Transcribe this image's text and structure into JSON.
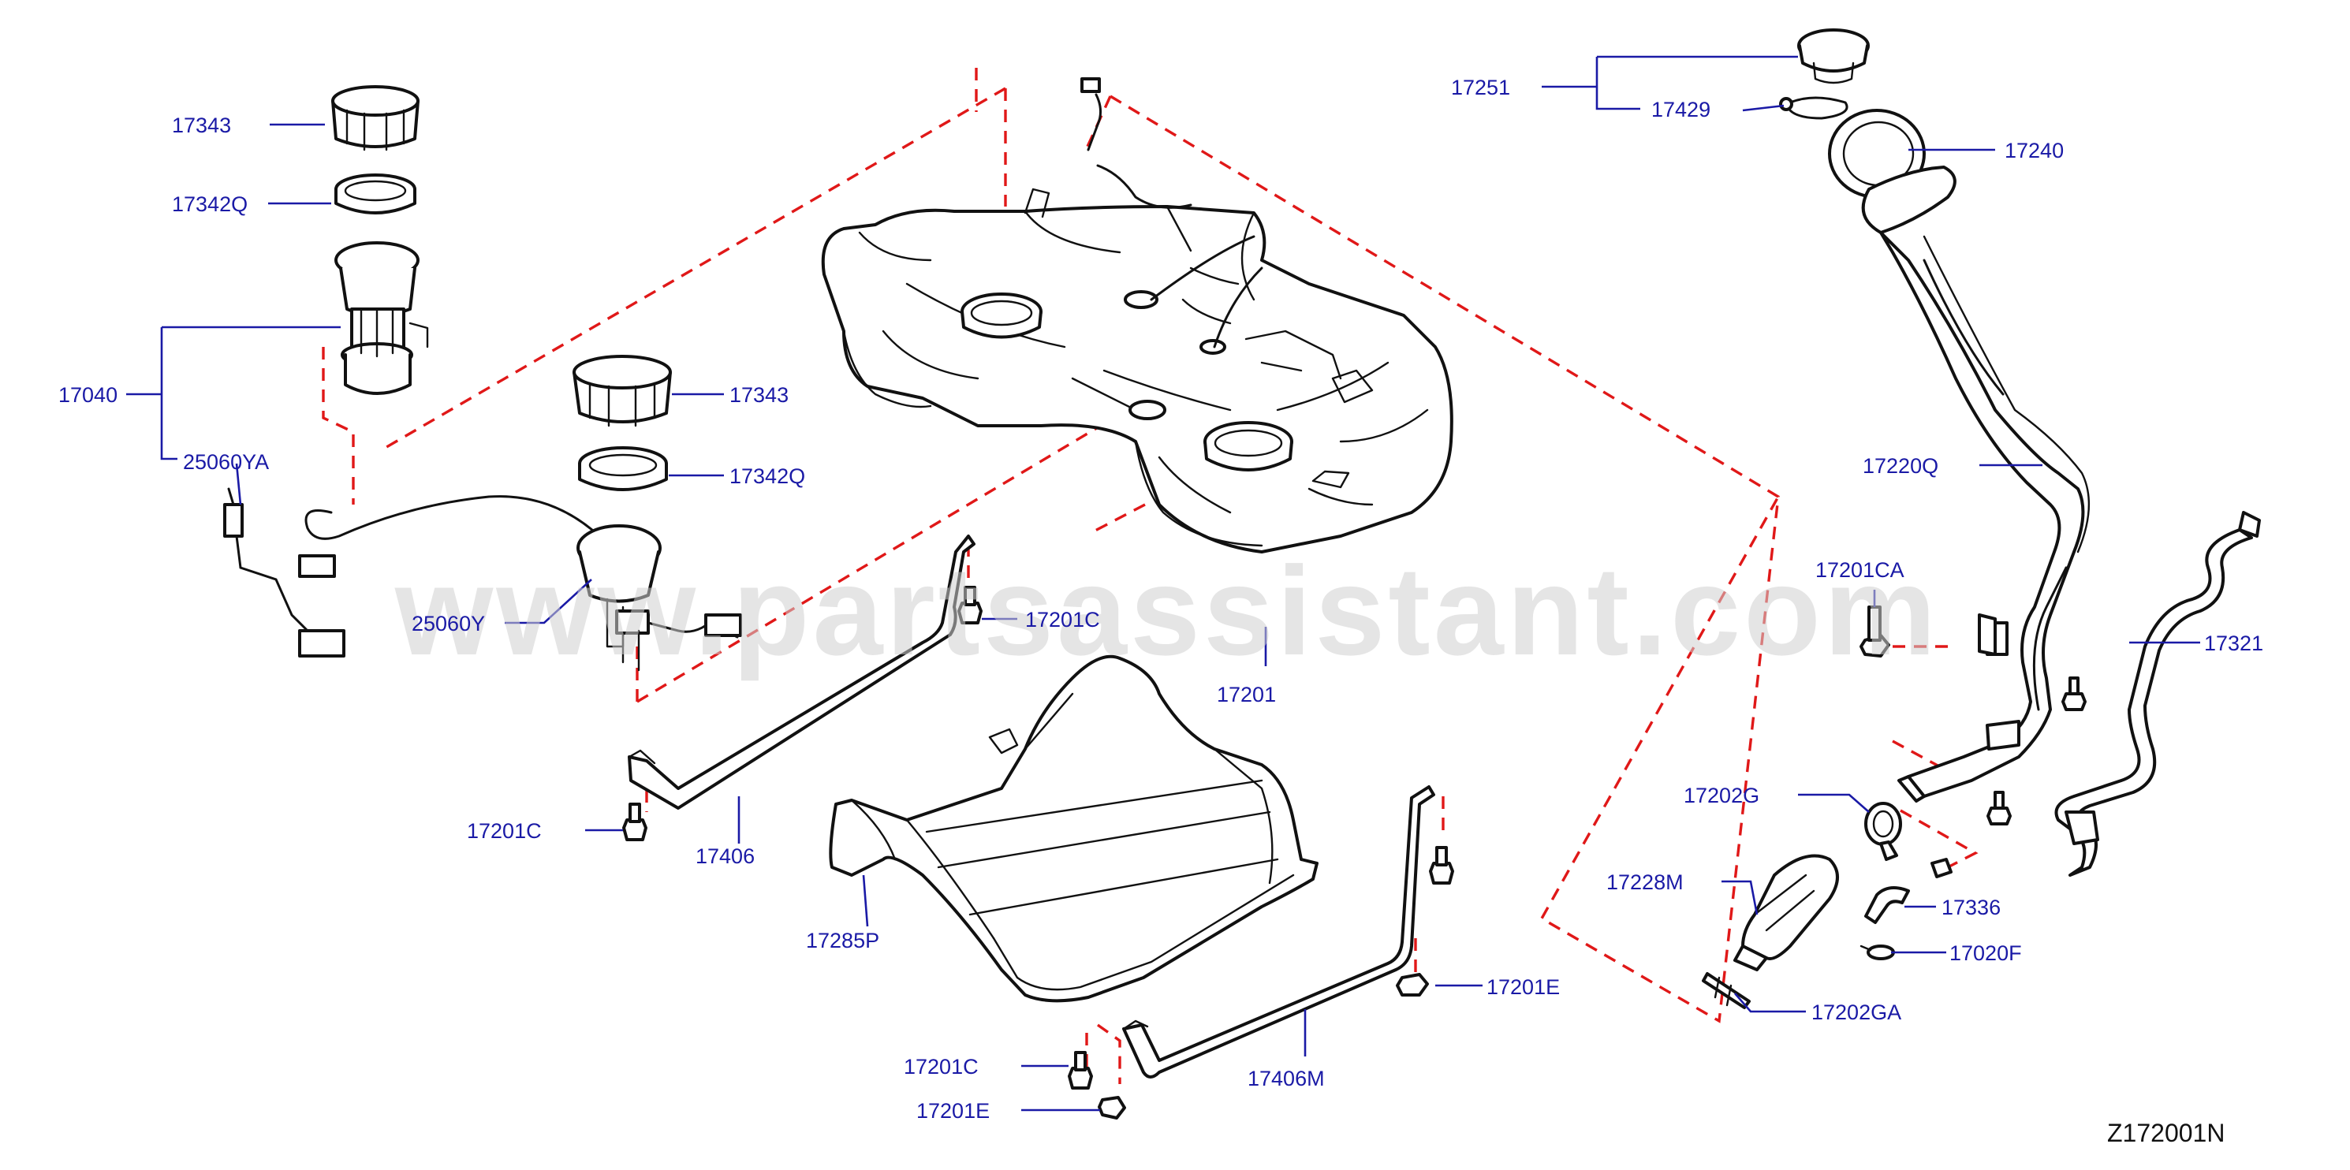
{
  "diagram_code": "Z172001N",
  "watermark": "www.partsassistant.com",
  "callouts": [
    {
      "id": "c1",
      "text": "17343"
    },
    {
      "id": "c2",
      "text": "17342Q"
    },
    {
      "id": "c3",
      "text": "17040"
    },
    {
      "id": "c4",
      "text": "25060YA"
    },
    {
      "id": "c5",
      "text": "17343"
    },
    {
      "id": "c6",
      "text": "17342Q"
    },
    {
      "id": "c7",
      "text": "25060Y"
    },
    {
      "id": "c8",
      "text": "17201C"
    },
    {
      "id": "c9",
      "text": "17201"
    },
    {
      "id": "c10",
      "text": "17201C"
    },
    {
      "id": "c11",
      "text": "17406"
    },
    {
      "id": "c12",
      "text": "17285P"
    },
    {
      "id": "c13",
      "text": "17201E"
    },
    {
      "id": "c14",
      "text": "17201C"
    },
    {
      "id": "c15",
      "text": "17201E"
    },
    {
      "id": "c16",
      "text": "17406M"
    },
    {
      "id": "c17",
      "text": "17251"
    },
    {
      "id": "c18",
      "text": "17429"
    },
    {
      "id": "c19",
      "text": "17240"
    },
    {
      "id": "c20",
      "text": "17220Q"
    },
    {
      "id": "c21",
      "text": "17201CA"
    },
    {
      "id": "c22",
      "text": "17321"
    },
    {
      "id": "c23",
      "text": "17202G"
    },
    {
      "id": "c24",
      "text": "17228M"
    },
    {
      "id": "c25",
      "text": "17336"
    },
    {
      "id": "c26",
      "text": "17020F"
    },
    {
      "id": "c27",
      "text": "17202GA"
    }
  ]
}
